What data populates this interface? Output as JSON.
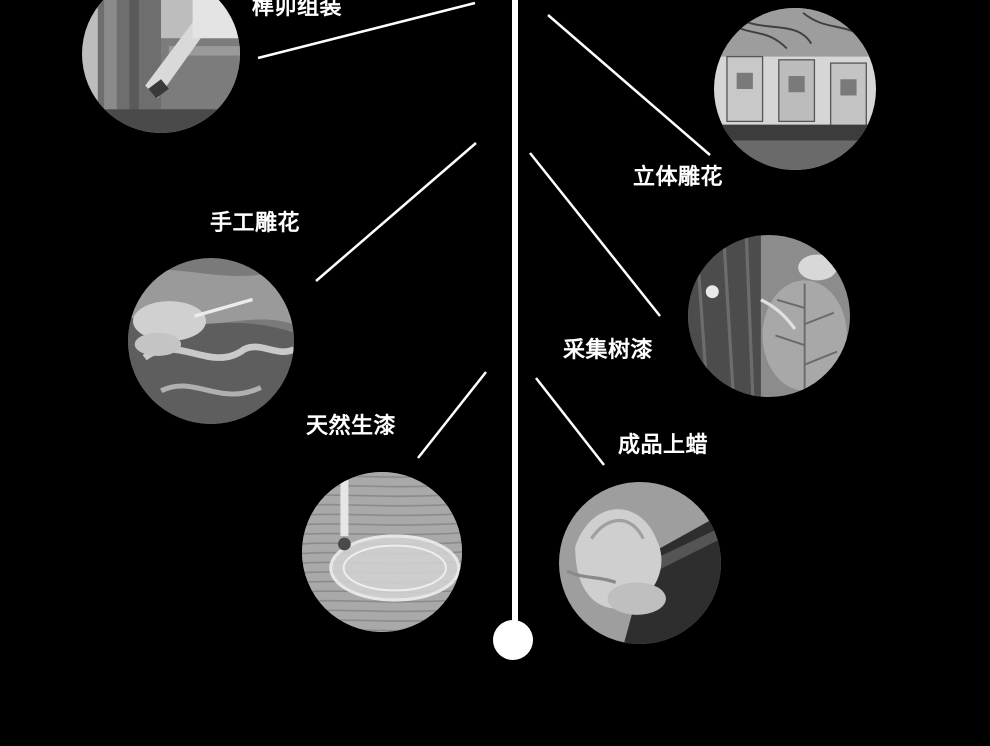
{
  "steps": {
    "mortise_assembly": {
      "label": "榫卯组装"
    },
    "carving_3d": {
      "label": "立体雕花"
    },
    "hand_carving": {
      "label": "手工雕花"
    },
    "collect_lacquer": {
      "label": "采集树漆"
    },
    "raw_lacquer": {
      "label": "天然生漆"
    },
    "waxing": {
      "label": "成品上蜡"
    }
  },
  "colors": {
    "background": "#000000",
    "line": "#ffffff",
    "text": "#ffffff"
  }
}
